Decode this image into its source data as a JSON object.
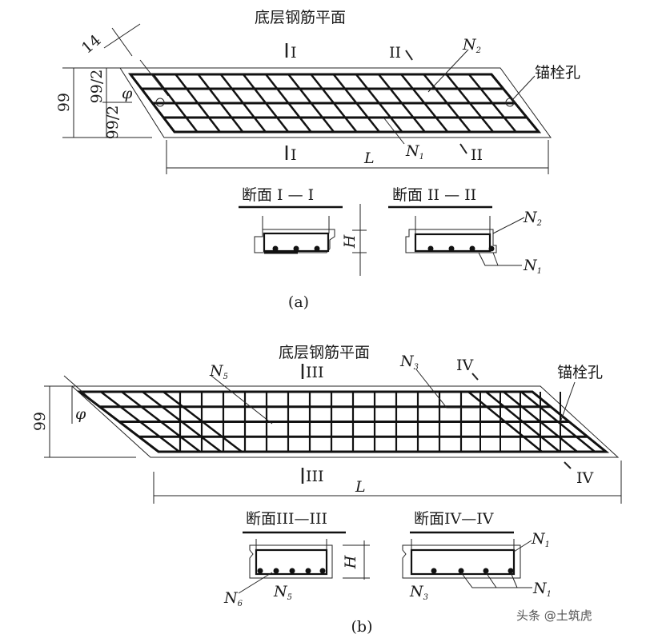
{
  "panel_a": {
    "title": "底层钢筋平面",
    "dim_14": "14",
    "dim_99": "99",
    "dim_99_half_top": "99/2",
    "dim_99_half_bottom": "99/2",
    "angle": "φ",
    "section_mark_1": "I",
    "section_mark_2": "II",
    "n2": "N",
    "n2_sub": "2",
    "n1": "N",
    "n1_sub": "1",
    "anchor_hole": "锚栓孔",
    "length": "L",
    "section1_title": "断面 I — I",
    "section2_title": "断面 II — II",
    "height": "H",
    "sec_n2": "N",
    "sec_n2_sub": "2",
    "sec_n1": "N",
    "sec_n1_sub": "1",
    "caption": "(a)"
  },
  "panel_b": {
    "title": "底层钢筋平面",
    "dim_99": "99",
    "angle": "φ",
    "n5": "N",
    "n5_sub": "5",
    "n3": "N",
    "n3_sub": "3",
    "section_mark_3": "III",
    "section_mark_4": "IV",
    "anchor_hole": "锚栓孔",
    "length": "L",
    "section3_title": "断面III—III",
    "section4_title": "断面IV—IV",
    "height": "H",
    "sec_n6": "N",
    "sec_n6_sub": "6",
    "sec_n5": "N",
    "sec_n5_sub": "5",
    "sec_n3": "N",
    "sec_n3_sub": "3",
    "sec_n1_top": "N",
    "sec_n1_top_sub": "1",
    "sec_n1_bottom": "N",
    "sec_n1_bottom_sub": "1",
    "caption": "(b)"
  },
  "watermark": "头条 @土筑虎"
}
